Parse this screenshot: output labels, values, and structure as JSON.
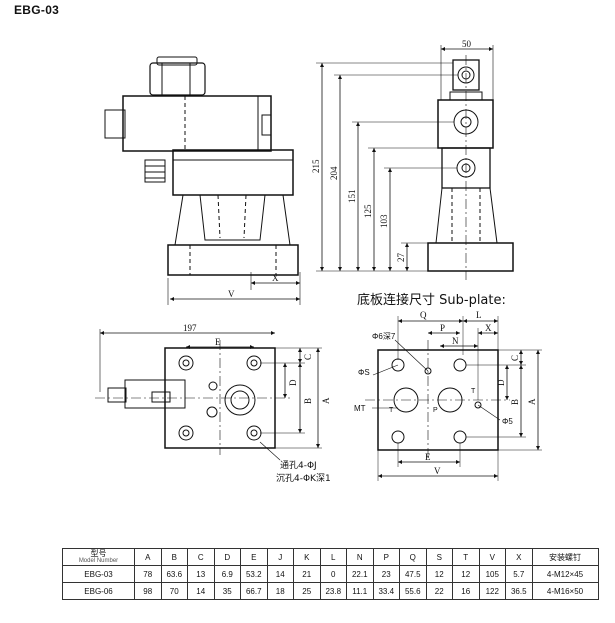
{
  "header": {
    "title": "EBG-03"
  },
  "front_view": {
    "dim_top": "",
    "dim_x": "X",
    "dim_v": "V"
  },
  "side_view": {
    "dim_width": "50",
    "dim_heights": [
      "215",
      "204",
      "151",
      "125",
      "103",
      "27"
    ]
  },
  "top_view": {
    "dim_197": "197",
    "dim_e": "E",
    "dim_c": "C",
    "dim_d": "D",
    "dim_b": "B",
    "dim_a": "A",
    "note_line1": "通孔4-ΦJ",
    "note_line2": "沉孔4-ΦK深1"
  },
  "subplate": {
    "title": "底板连接尺寸 Sub-plate:",
    "label_q": "Q",
    "label_l": "L",
    "label_p": "P",
    "label_x": "X",
    "label_n": "N",
    "label_t": "T",
    "label_e": "E",
    "label_v": "V",
    "label_c": "C",
    "label_d": "D",
    "label_b": "B",
    "label_a": "A",
    "label_phi6": "Φ6深7",
    "label_phis": "ΦS",
    "label_mt": "MT",
    "label_phi5": "Φ5",
    "port_t": "T",
    "port_p": "P"
  },
  "spec_table": {
    "model_header": "型号",
    "model_header_en": "Model Number",
    "columns": [
      "A",
      "B",
      "C",
      "D",
      "E",
      "J",
      "K",
      "L",
      "N",
      "P",
      "Q",
      "S",
      "T",
      "V",
      "X"
    ],
    "bolt_header": "安装螺钉",
    "rows": [
      {
        "model": "EBG-03",
        "values": [
          "78",
          "63.6",
          "13",
          "6.9",
          "53.2",
          "14",
          "21",
          "0",
          "22.1",
          "23",
          "47.5",
          "12",
          "12",
          "105",
          "5.7"
        ],
        "bolt": "4-M12×45"
      },
      {
        "model": "EBG-06",
        "values": [
          "98",
          "70",
          "14",
          "35",
          "66.7",
          "18",
          "25",
          "23.8",
          "11.1",
          "33.4",
          "55.6",
          "22",
          "16",
          "122",
          "36.5"
        ],
        "bolt": "4-M16×50"
      }
    ]
  }
}
